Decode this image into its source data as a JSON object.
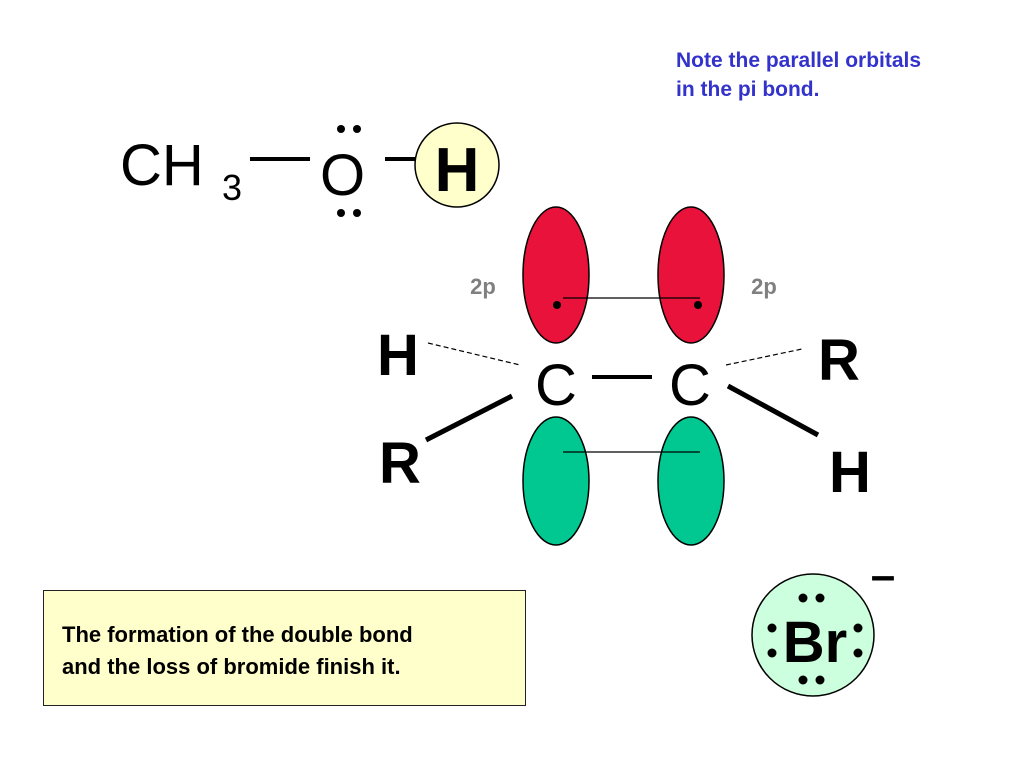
{
  "note": {
    "line1": "Note the parallel orbitals",
    "line2": "in the pi bond."
  },
  "methanol": {
    "group": "CH",
    "subscript": "3",
    "oxygen": "O",
    "hydrogen": "H"
  },
  "alkene": {
    "left_orbital_label": "2p",
    "right_orbital_label": "2p",
    "carbon_left": "C",
    "carbon_right": "C",
    "upper_left_substituent": "H",
    "lower_left_substituent": "R",
    "upper_right_substituent": "R",
    "lower_right_substituent": "H"
  },
  "bromide": {
    "symbol": "Br",
    "charge": "–"
  },
  "caption": {
    "line1": "The formation of the double bond",
    "line2": "and the loss of bromide finish it."
  },
  "colors": {
    "note_text": "#3333cc",
    "orbital_top": "#e8123a",
    "orbital_bottom": "#00c890",
    "highlight_hydrogen": "#ffffcc",
    "bromide_fill": "#ccffdd",
    "caption_background": "#ffffcc",
    "orbital_label": "#808080"
  }
}
